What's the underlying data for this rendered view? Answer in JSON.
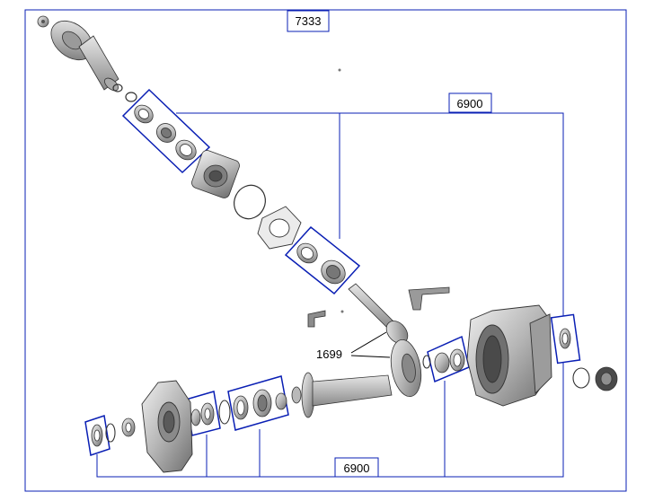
{
  "colors": {
    "frame": "#0a1fb4",
    "part_stroke": "#3a3a3a",
    "part_fill_light": "#dcdcdc",
    "part_fill_mid": "#b8b8b8",
    "part_fill_dark": "#7a7a7a",
    "leader": "#000000"
  },
  "labels": {
    "assembly_top": "7333",
    "kit_upper": "6900",
    "kit_lower": "6900",
    "bevel_gear_set": "1699"
  }
}
